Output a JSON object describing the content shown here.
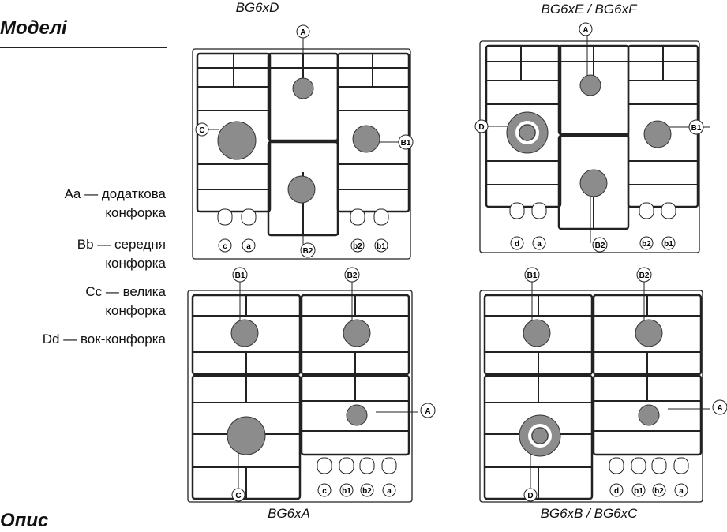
{
  "section_title": "Моделі",
  "section_bottom": "Опис",
  "legend": [
    {
      "line1": "Aa — додаткова",
      "line2": "конфорка"
    },
    {
      "line1": "Bb — середня",
      "line2": "конфорка"
    },
    {
      "line1": "Cc — велика",
      "line2": "конфорка"
    },
    {
      "line1": "Dd — вок-конфорка",
      "line2": ""
    }
  ],
  "models": {
    "m1": {
      "caption": "BG6xD",
      "burners": [
        "A",
        "C",
        "B1",
        "B2"
      ],
      "knobs": [
        "c",
        "a",
        "b2",
        "b1"
      ]
    },
    "m2": {
      "caption": "BG6xE / BG6xF",
      "burners": [
        "A",
        "D",
        "B1",
        "B2"
      ],
      "knobs": [
        "d",
        "a",
        "b2",
        "b1"
      ]
    },
    "m3": {
      "caption": "BG6xA",
      "burners": [
        "B1",
        "B2",
        "A",
        "C"
      ],
      "knobs": [
        "c",
        "b1",
        "b2",
        "a"
      ]
    },
    "m4": {
      "caption": "BG6xB / BG6xC",
      "burners": [
        "B1",
        "B2",
        "A",
        "D"
      ],
      "knobs": [
        "d",
        "b1",
        "b2",
        "a"
      ]
    }
  }
}
